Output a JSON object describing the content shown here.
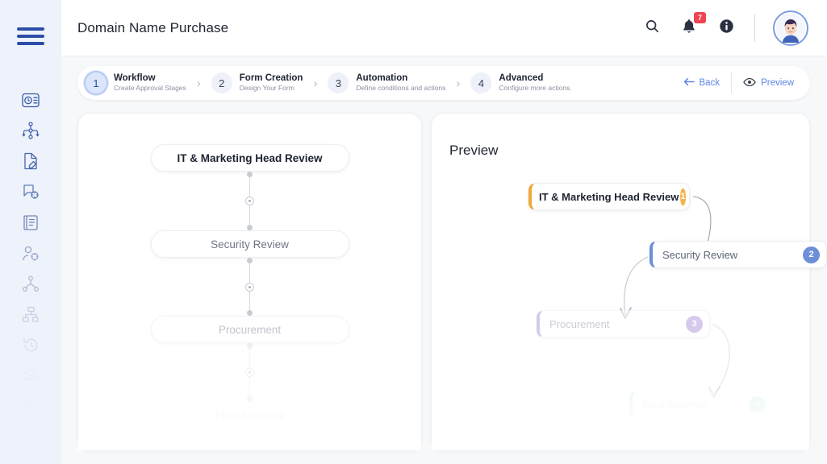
{
  "header": {
    "title": "Domain Name Purchase",
    "search_icon": "search-icon",
    "notification_icon": "bell-icon",
    "notification_count": "7",
    "info_icon": "info-icon",
    "avatar": "user-avatar"
  },
  "sidebar": {
    "menu_icon": "hamburger-menu-icon",
    "items": [
      {
        "icon": "clock-list-icon"
      },
      {
        "icon": "workflow-nodes-icon"
      },
      {
        "icon": "document-edit-icon"
      },
      {
        "icon": "chat-settings-icon"
      },
      {
        "icon": "book-copy-icon"
      },
      {
        "icon": "user-settings-icon"
      },
      {
        "icon": "hierarchy-icon"
      },
      {
        "icon": "org-chart-icon"
      },
      {
        "icon": "history-icon"
      },
      {
        "icon": "cloud-refresh-icon"
      },
      {
        "icon": "network-share-icon"
      }
    ]
  },
  "stepper": {
    "steps": [
      {
        "num": "1",
        "title": "Workflow",
        "desc": "Create Approval Stages",
        "active": true
      },
      {
        "num": "2",
        "title": "Form Creation",
        "desc": "Design Your Form",
        "active": false
      },
      {
        "num": "3",
        "title": "Automation",
        "desc": "Define conditions and actions",
        "active": false
      },
      {
        "num": "4",
        "title": "Advanced",
        "desc": "Configure more actions.",
        "active": false
      }
    ],
    "back_label": "Back",
    "back_icon": "arrow-left-icon",
    "preview_label": "Preview",
    "preview_icon": "eye-icon",
    "chevron": "›"
  },
  "workflow": {
    "nodes": [
      {
        "label": "IT & Marketing Head Review"
      },
      {
        "label": "Security Review"
      },
      {
        "label": "Procurement"
      },
      {
        "label": "Final Approval"
      }
    ]
  },
  "preview": {
    "title": "Preview",
    "nodes": [
      {
        "label": "IT & Marketing Head Review",
        "badge": "1",
        "color": "#f3b34a"
      },
      {
        "label": "Security Review",
        "badge": "2",
        "color": "#6d8fd8"
      },
      {
        "label": "Procurement",
        "badge": "3",
        "color": "#b09ada"
      },
      {
        "label": "Final Approval",
        "badge": "4",
        "color": "#6fc4b6"
      }
    ]
  },
  "colors": {
    "sidebar_bg": "#eef2fb",
    "accent_blue": "#5b86e5",
    "brand_navy": "#2d4ea8",
    "badge_red": "#f04452",
    "canvas_bg": "#f7f8fa"
  }
}
